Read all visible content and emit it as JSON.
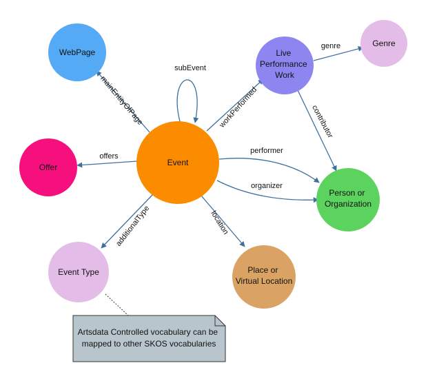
{
  "nodes": {
    "webpage": {
      "label": [
        "WebPage"
      ],
      "color": "#55aaf5"
    },
    "offer": {
      "label": [
        "Offer"
      ],
      "color": "#f5107e"
    },
    "event": {
      "label": [
        "Event"
      ],
      "color": "#fb8c00"
    },
    "live_work": {
      "label": [
        "Live",
        "Performance",
        "Work"
      ],
      "color": "#8d86f0"
    },
    "genre": {
      "label": [
        "Genre"
      ],
      "color": "#e3bde8"
    },
    "person_org": {
      "label": [
        "Person or",
        "Organization"
      ],
      "color": "#5cd35f"
    },
    "event_type": {
      "label": [
        "Event Type"
      ],
      "color": "#e3bde8"
    },
    "place": {
      "label": [
        "Place or",
        "Virtual Location"
      ],
      "color": "#daa363"
    }
  },
  "edges": {
    "main_entity": "mainEntityOfPage",
    "sub_event": "subEvent",
    "work_performed": "workPerformed",
    "genre": "genre",
    "contributor": "contributor",
    "performer": "performer",
    "organizer": "organizer",
    "offers": "offers",
    "additional_type": "additionalType",
    "location": "location"
  },
  "note": {
    "lines": [
      "Artsdata Controlled vocabulary can be",
      "mapped to other SKOS vocabularies"
    ],
    "fill": "#b9c5cd",
    "border": "#333333"
  },
  "colors": {
    "edge": "#3f6f9c"
  }
}
